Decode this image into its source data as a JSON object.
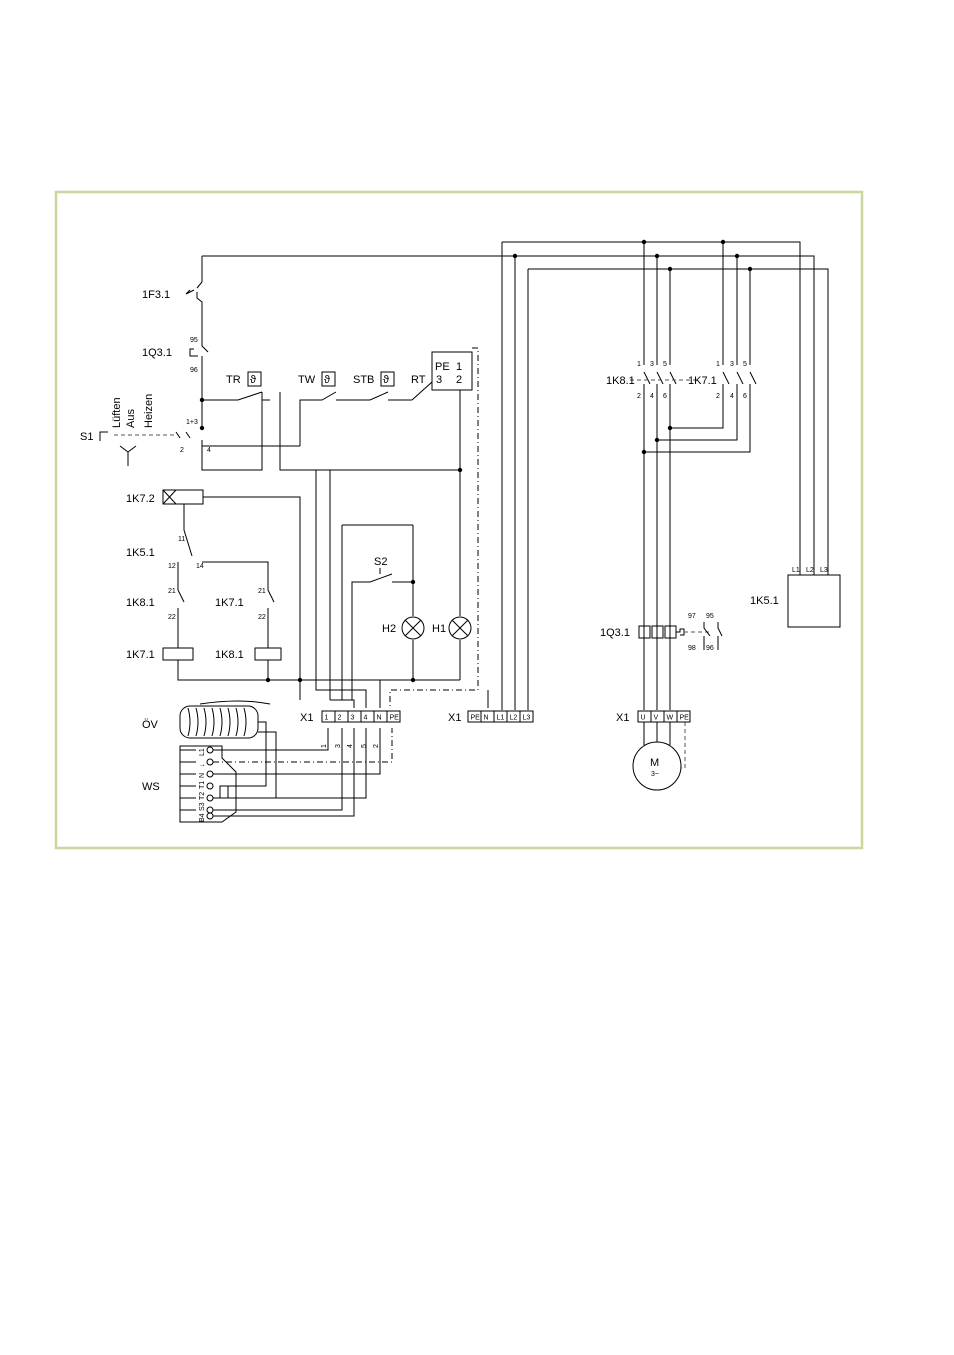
{
  "frame_color": "#c8d79b",
  "labels": {
    "f3": "1F3.1",
    "q3": "1Q3.1",
    "s1": "S1",
    "s1_modes": [
      "Lüften",
      "Aus",
      "Heizen"
    ],
    "tr": "TR",
    "tw": "TW",
    "stb": "STB",
    "rt": "RT",
    "k72": "1K7.2",
    "k51": "1K5.1",
    "k81": "1K8.1",
    "k71": "1K7.1",
    "s2": "S2",
    "h1": "H1",
    "h2": "H2",
    "x1": "X1",
    "ov": "ÖV",
    "ws": "WS",
    "k81_main": "1K8.1",
    "k71_main": "1K7.1",
    "k51_box": "1K5.1",
    "q31_main": "1Q3.1",
    "motor": "M",
    "motor_sub": "3~",
    "theta": "ϑ"
  },
  "terminals": {
    "x1_control": [
      "1",
      "2",
      "3",
      "4",
      "N",
      "PE"
    ],
    "x1_supply": [
      "PE",
      "N",
      "L1",
      "L2",
      "L3"
    ],
    "x1_motor": [
      "U",
      "V",
      "W",
      "PE"
    ],
    "rt_block": [
      "PE",
      "1",
      "3",
      "2"
    ],
    "k51_box": [
      "L1",
      "L2",
      "L3"
    ]
  },
  "pins": {
    "q3_top": "95",
    "q3_bot": "96",
    "s1_a": "1+3",
    "s1_b": "2",
    "s1_c": "4",
    "k51_a": "11",
    "k51_b": "12",
    "k51_c": "14",
    "nc_a": "21",
    "nc_b": "22",
    "main_top": [
      "1",
      "3",
      "5"
    ],
    "main_bot": [
      "2",
      "4",
      "6"
    ],
    "q3_aux": [
      "97",
      "95",
      "98",
      "96"
    ],
    "ws_pins": [
      "L1",
      "↓",
      "N",
      "T1",
      "T2",
      "S3",
      "B4"
    ],
    "wire_nums": [
      "1",
      "3",
      "4",
      "5",
      "2"
    ]
  }
}
